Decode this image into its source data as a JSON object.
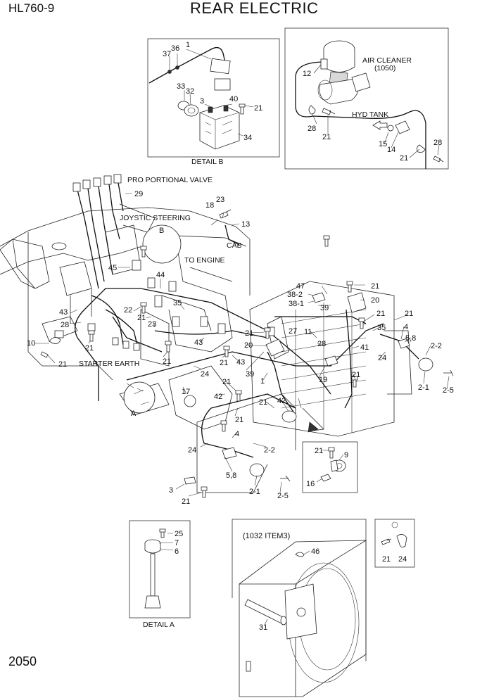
{
  "header": {
    "model": "HL760-9",
    "title": "REAR ELECTRIC"
  },
  "footer": {
    "page_number": "2050"
  },
  "captions": {
    "detail_b": "DETAIL B",
    "detail_a": "DETAIL A",
    "air_cleaner": "AIR CLEANER",
    "air_cleaner_num": "(1050)",
    "hyd_tank": "HYD TANK",
    "proportional_valve": "PRO PORTIONAL VALVE",
    "joystick_steering": "JOYSTIC STEERING",
    "to_engine": "TO ENGINE",
    "cab": "CAB",
    "starter_earth": "STARTER EARTH",
    "ref_1032": "(1032 ITEM3)",
    "callout_b": "B",
    "callout_a": "A"
  },
  "callouts": {
    "detail_b": [
      "37",
      "36",
      "1",
      "33",
      "32",
      "3",
      "40",
      "21",
      "34"
    ],
    "air_cleaner_box": [
      "12",
      "28",
      "21",
      "15",
      "14",
      "21",
      "28"
    ],
    "main": [
      "29",
      "18",
      "23",
      "13",
      "45",
      "44",
      "43",
      "28",
      "22",
      "21",
      "23",
      "35",
      "10",
      "21",
      "21",
      "21",
      "43",
      "21",
      "20",
      "21",
      "43",
      "24",
      "39",
      "17",
      "21",
      "42",
      "21",
      "4",
      "24",
      "2-2",
      "3",
      "21",
      "5,8",
      "2-1",
      "2-5",
      "47",
      "38-2",
      "38-1",
      "39",
      "21",
      "20",
      "27",
      "11",
      "28",
      "19",
      "41",
      "21",
      "21",
      "42",
      "21",
      "21",
      "35",
      "4",
      "5,8",
      "2-2",
      "24",
      "2-1",
      "2-5",
      "1"
    ],
    "inset_9": [
      "21",
      "9",
      "16"
    ],
    "detail_a": [
      "25",
      "7",
      "6"
    ],
    "fan_shroud": [
      "46",
      "31"
    ],
    "small_box": [
      "21",
      "24"
    ]
  }
}
